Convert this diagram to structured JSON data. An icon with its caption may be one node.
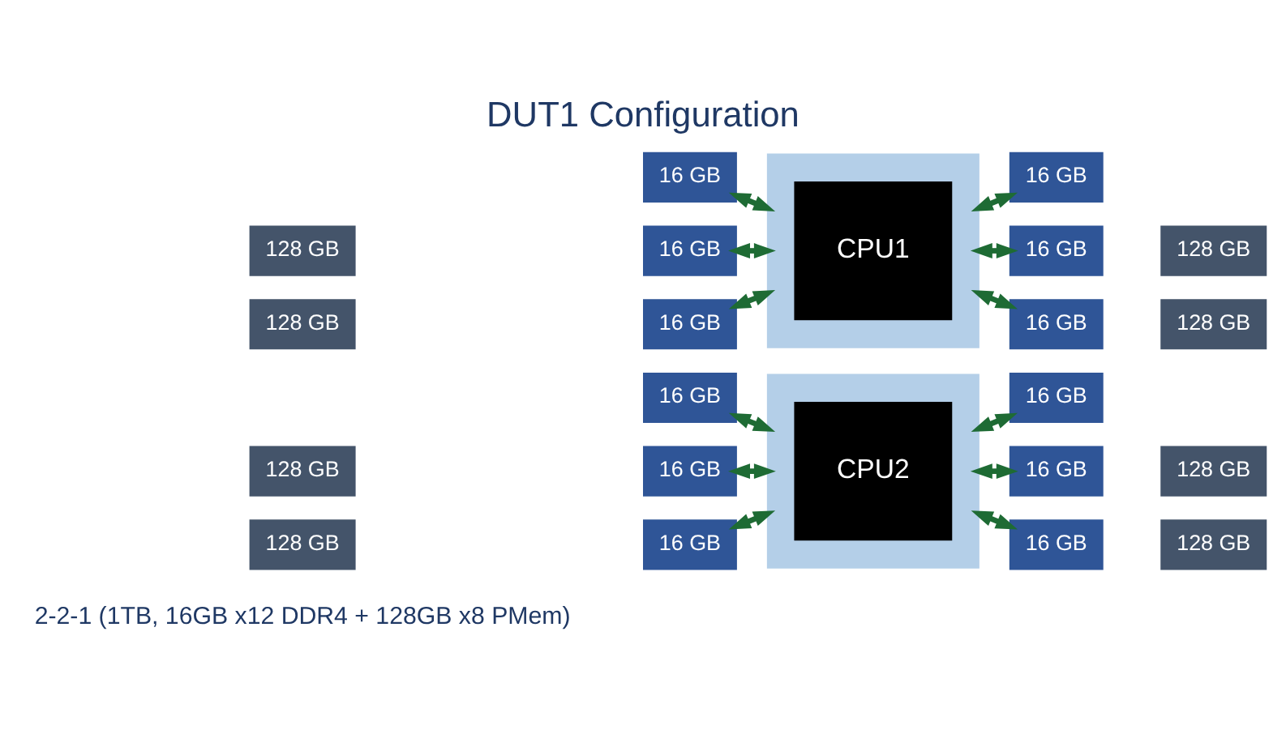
{
  "diagram": {
    "title": "DUT1 Configuration",
    "nodes": [
      {
        "text": [],
        "shape": "box"
      },
      {
        "text": [
          "CPU1"
        ],
        "in": 0
      },
      {
        "text": [],
        "shape": "box"
      },
      {
        "text": [
          "CPU2"
        ],
        "in": 2
      },
      {
        "text": [
          "128 GB"
        ]
      },
      {
        "text": [
          "16 GB"
        ]
      },
      {
        "text": [
          "16 GB"
        ]
      },
      {
        "text": [
          "128 GB"
        ]
      },
      {
        "text": [
          "128 GB"
        ]
      },
      {
        "text": [
          "16 GB"
        ]
      },
      {
        "text": [
          "16 GB"
        ]
      },
      {
        "text": [
          "128 GB"
        ]
      },
      {
        "text": [
          "16 GB"
        ]
      },
      {
        "text": [
          "16 GB"
        ]
      },
      {
        "text": [
          "128 GB"
        ]
      },
      {
        "text": [
          "16 GB"
        ]
      },
      {
        "text": [
          "16 GB"
        ]
      },
      {
        "text": [
          "128 GB"
        ]
      },
      {
        "text": [
          "128 GB"
        ]
      },
      {
        "text": [
          "16 GB"
        ]
      },
      {
        "text": [
          "16 GB"
        ]
      },
      {
        "text": [
          "128 GB"
        ]
      },
      {
        "text": [
          "16 GB"
        ]
      },
      {
        "text": [
          "16 GB"
        ]
      }
    ],
    "edges": [
      {
        "from": 5,
        "to": 0,
        "arrow": "both"
      },
      {
        "from": 0,
        "to": 6,
        "arrow": "both"
      },
      {
        "from": 9,
        "to": 0,
        "arrow": "both"
      },
      {
        "from": 0,
        "to": 10,
        "arrow": "both"
      },
      {
        "from": 12,
        "to": 0,
        "arrow": "both"
      },
      {
        "from": 0,
        "to": 13,
        "arrow": "both"
      },
      {
        "from": 15,
        "to": 2,
        "arrow": "both"
      },
      {
        "from": 2,
        "to": 16,
        "arrow": "both"
      },
      {
        "from": 19,
        "to": 2,
        "arrow": "both"
      },
      {
        "from": 2,
        "to": 20,
        "arrow": "both"
      },
      {
        "from": 22,
        "to": 2,
        "arrow": "both"
      },
      {
        "from": 2,
        "to": 23,
        "arrow": "both"
      }
    ],
    "labels": [
      "2-2-1 (1TB, 16GB x12 DDR4 + 128GB x8 PMem)"
    ]
  }
}
